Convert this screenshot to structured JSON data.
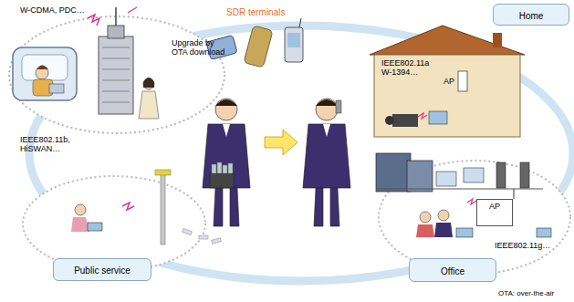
{
  "diagram": {
    "nodes": [
      {
        "text": [
          "Home"
        ]
      },
      {
        "text": [
          "Public service"
        ]
      },
      {
        "text": [
          "Office"
        ]
      },
      {
        "text": [
          "AP"
        ]
      }
    ],
    "labels": [
      "W-CDMA, PDC…",
      "Upgrade by OTA download",
      "SDR terminals",
      "IEEE802.11a W-1394…",
      "AP",
      "IEEE802.11b, HiSWAN…",
      "IEEE802.11g…",
      "OTA: over-the-air"
    ]
  }
}
